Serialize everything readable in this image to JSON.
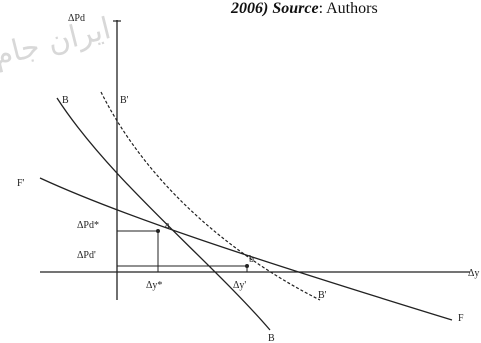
{
  "caption": {
    "bold_part": "2006) Source",
    "rest": ": Authors"
  },
  "watermark": {
    "text": "ايران جام"
  },
  "axes": {
    "y_label": "ΔPd",
    "x_label": "Δy"
  },
  "curves": {
    "B_top": "B",
    "B_prime_top": "B'",
    "B_prime_bottom": "B'",
    "B_bottom": "B",
    "F_left": "F'",
    "F_right": "F"
  },
  "points": {
    "a": "a",
    "b": "b"
  },
  "ticks": {
    "y_a": "ΔPd*",
    "y_b": "ΔPd'",
    "x_a": "Δy*",
    "x_b": "Δy'"
  },
  "colors": {
    "line": "#222222",
    "watermark": "#d8d8d8"
  }
}
